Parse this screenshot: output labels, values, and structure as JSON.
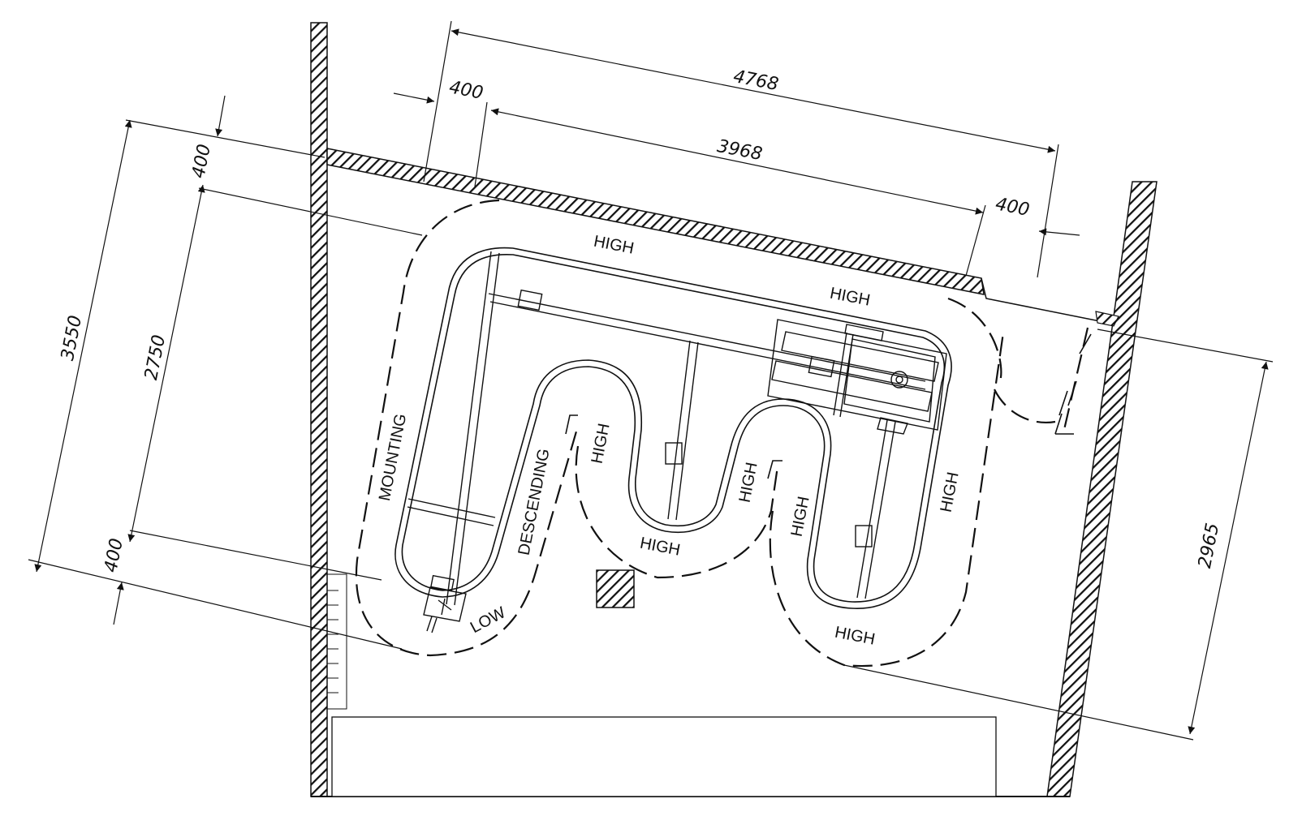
{
  "drawing": {
    "dimensions": {
      "overall_length": "4768",
      "inner_length": "3968",
      "clearance_left": "400",
      "clearance_right": "400",
      "clearance_top": "400",
      "clearance_bottom": "400",
      "overall_depth": "3550",
      "inner_depth": "2750",
      "wall_offset": "2965"
    },
    "zone_labels": {
      "high_top": "HIGH",
      "high_top_right": "HIGH",
      "mounting": "MOUNTING",
      "descending": "DESCENDING",
      "low": "LOW",
      "high_loop1_left": "HIGH",
      "high_loop1_bottom": "HIGH",
      "high_loop2_right": "HIGH",
      "high_loop2_left": "HIGH",
      "high_right": "HIGH",
      "high_bottom": "HIGH"
    }
  }
}
